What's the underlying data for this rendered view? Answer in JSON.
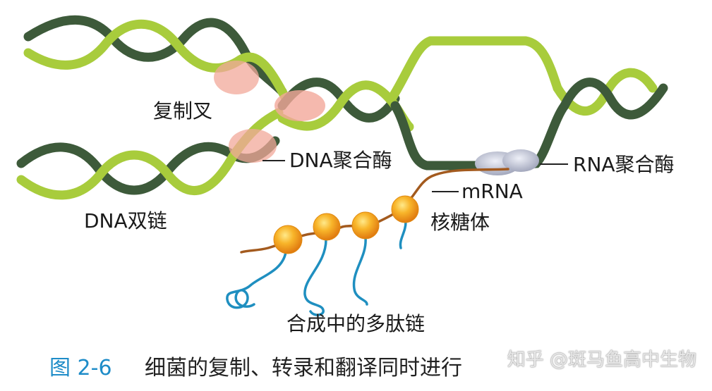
{
  "labels": {
    "replication_fork": "复制叉",
    "dna_polymerase": "DNA聚合酶",
    "rna_polymerase": "RNA聚合酶",
    "mrna": "mRNA",
    "dna_double_strand": "DNA双链",
    "ribosome": "核糖体",
    "polypeptide": "合成中的多肽链"
  },
  "caption": {
    "figure_number": "图 2-6",
    "text": "细菌的复制、转录和翻译同时进行"
  },
  "watermark": "知乎 @斑马鱼高中生物",
  "colors": {
    "dna_light": "#a8cc3c",
    "dna_dark": "#3d5a3a",
    "dna_polymerase": "#f2a89a",
    "rna_polymerase": "#b8bccc",
    "mrna": "#a35a1e",
    "ribosome": "#f6a41c",
    "polypeptide": "#1f8fc0",
    "caption_number": "#1e8cc8"
  }
}
